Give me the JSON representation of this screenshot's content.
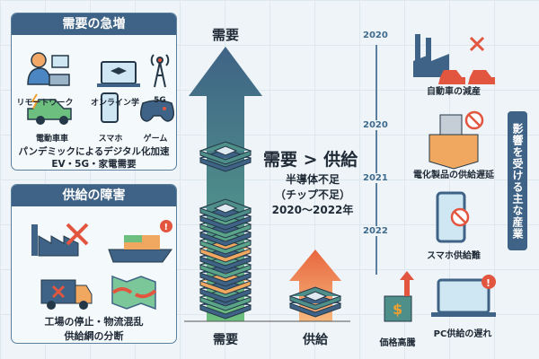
{
  "demand_panel": {
    "title": "需要の急増",
    "items": [
      "リモートワーク",
      "オンライン学",
      "5G",
      "電動車車",
      "スマホ",
      "ゲーム"
    ],
    "caption_line1": "パンデミックによるデジタル化加速",
    "caption_line2": "EV・5G・家電需要"
  },
  "supply_panel": {
    "title": "供給の障害",
    "caption_line1": "工場の停止・物流混乱",
    "caption_line2": "供給網の分断"
  },
  "center": {
    "demand_top_label": "需要",
    "headline": "需要 > 供給",
    "sub1": "半導体不足",
    "sub2": "（チップ不足）",
    "sub3": "2020〜2022年",
    "demand_label": "需要",
    "supply_label": "供給"
  },
  "timeline": {
    "years": [
      "2020",
      "2020",
      "2021",
      "2022"
    ]
  },
  "impacts": {
    "side_title": "影響を受ける主な産業",
    "items": [
      "自動車の減産",
      "電化製品の供給遅延",
      "スマホ供給難",
      "価格高騰",
      "PC供給の遅れ"
    ]
  },
  "colors": {
    "navy": "#3f6386",
    "green": "#6cbf7e",
    "orange": "#f0875a",
    "red": "#e2553f"
  }
}
